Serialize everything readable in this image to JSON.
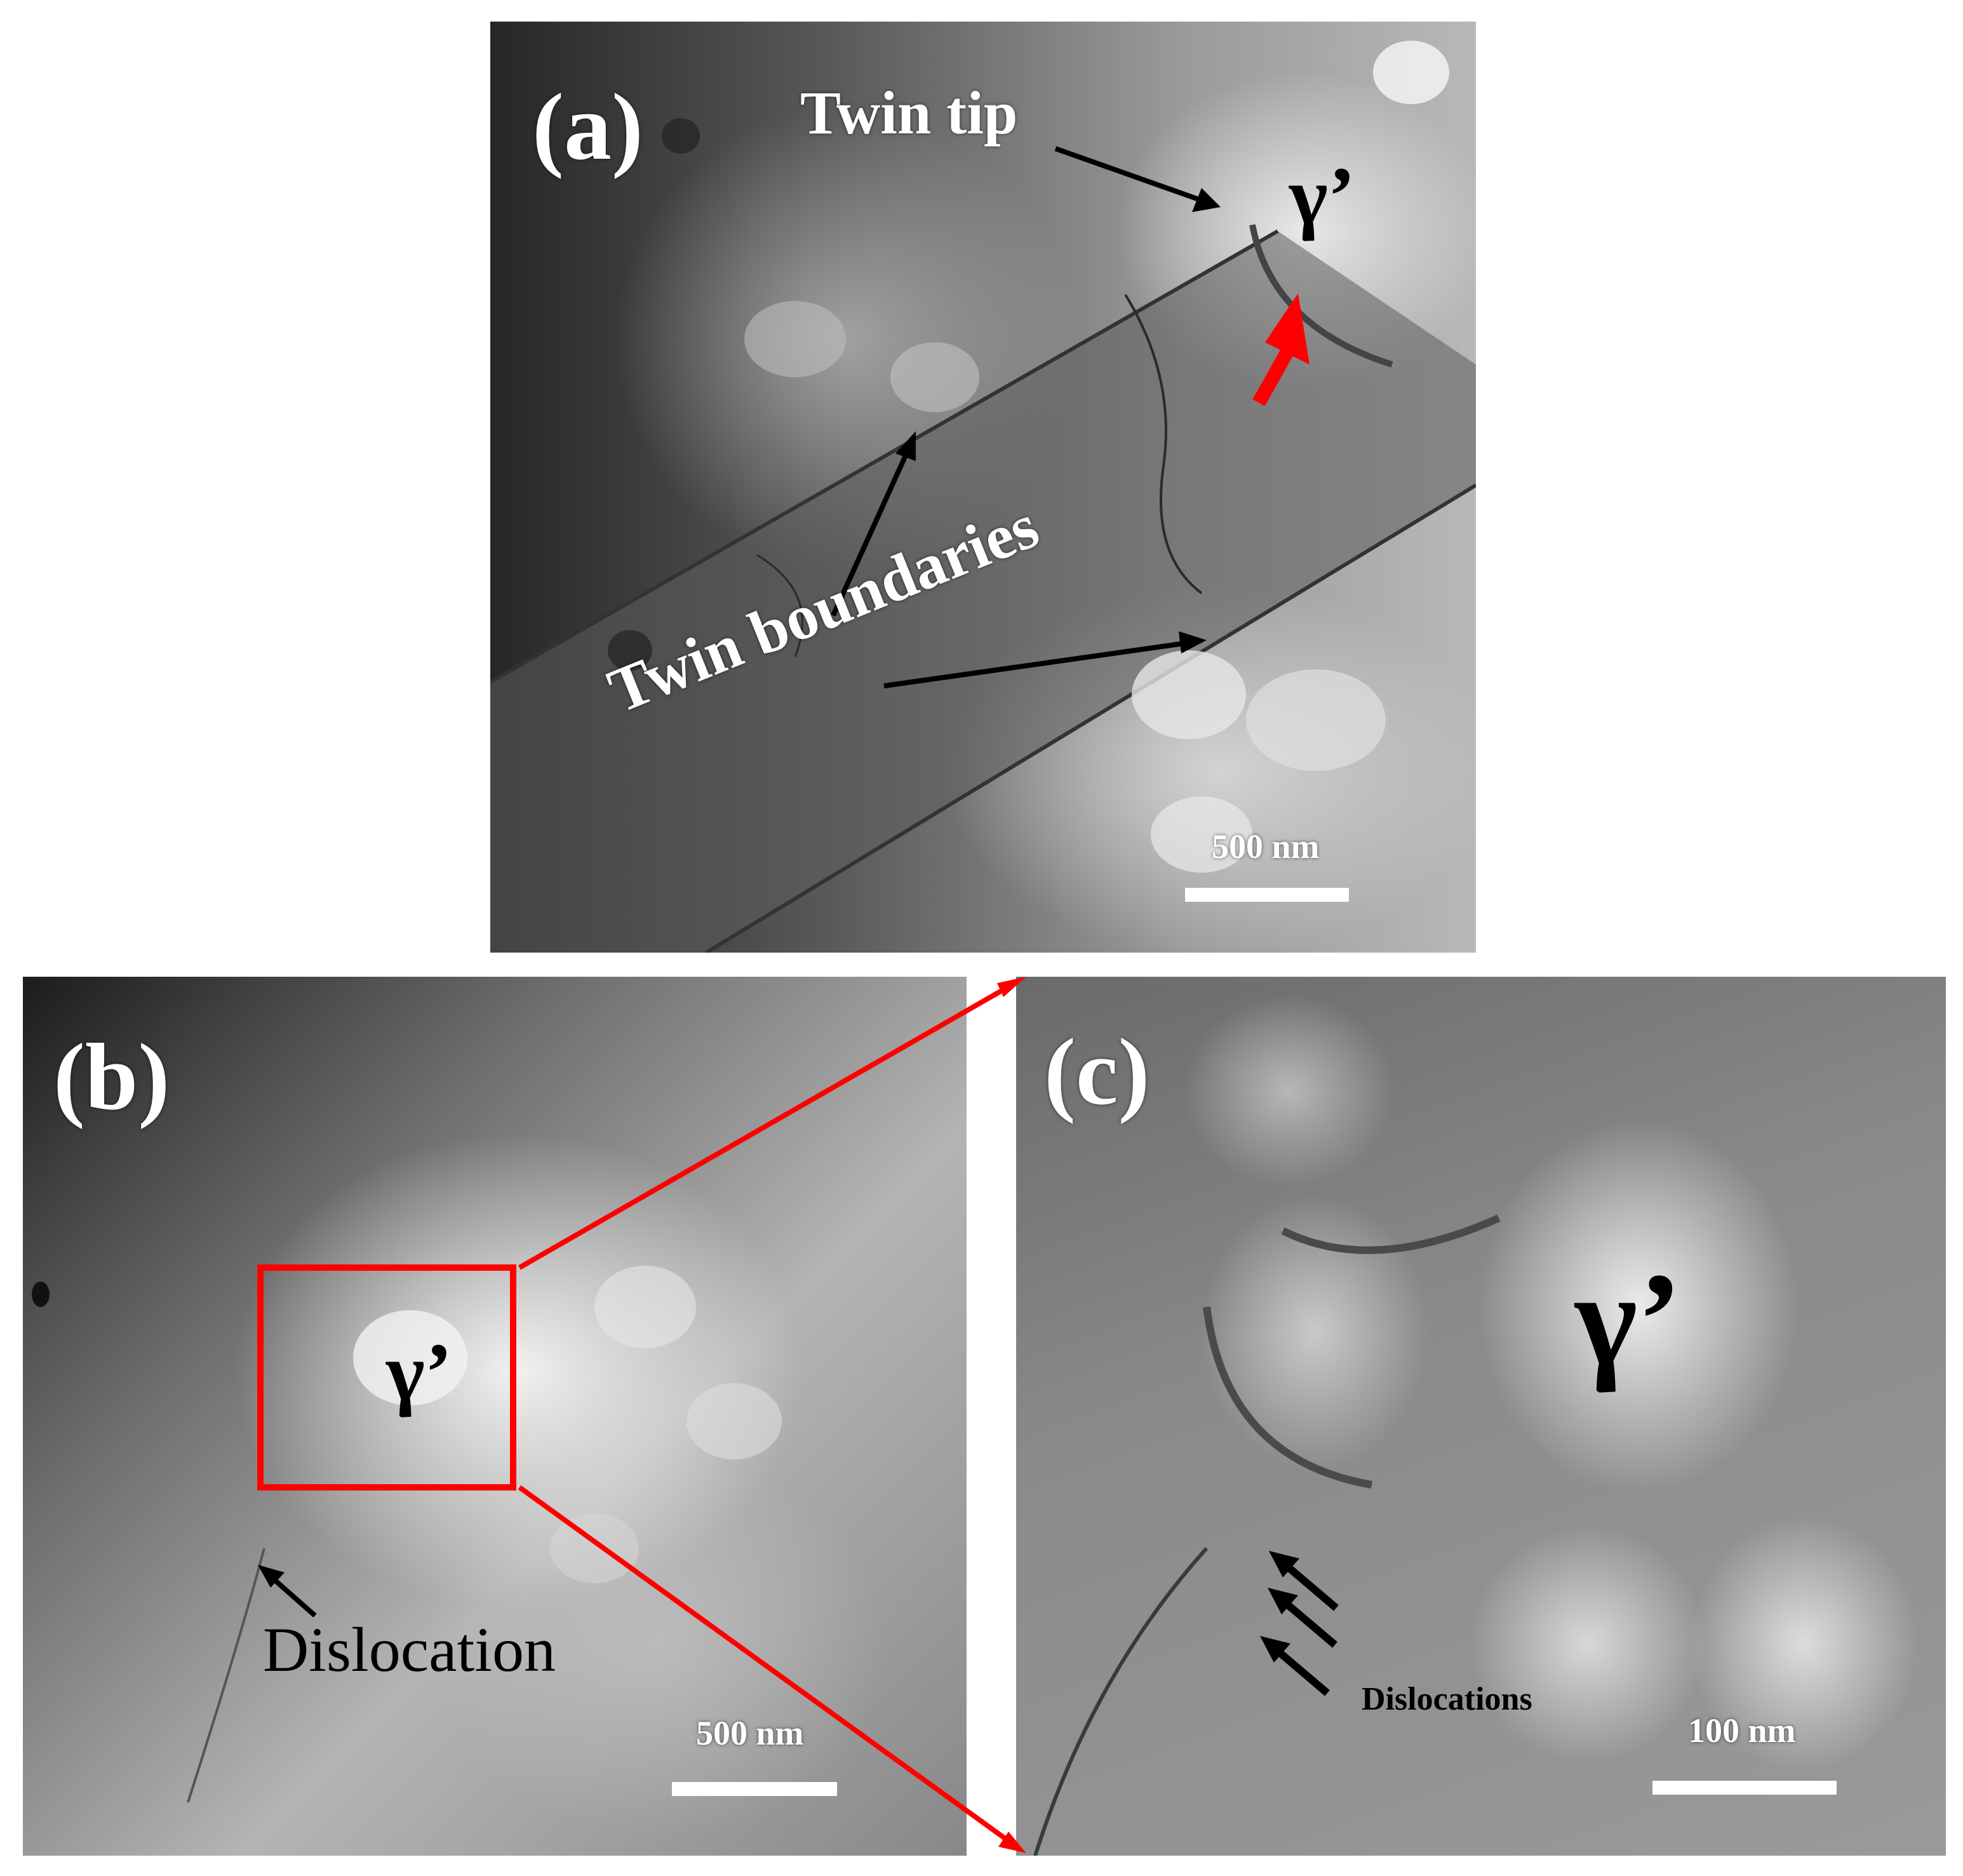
{
  "panels": {
    "a": {
      "label": "(a)",
      "annotations": {
        "twin_tip": "Twin tip",
        "gamma_prime": "γ’",
        "twin_boundaries": "Twin boundaries"
      },
      "scale_bar": "500 nm"
    },
    "b": {
      "label": "(b)",
      "annotations": {
        "gamma_prime": "γ’",
        "dislocation": "Dislocation"
      },
      "scale_bar": "500 nm"
    },
    "c": {
      "label": "(c)",
      "annotations": {
        "gamma_prime": "γ’",
        "dislocations": "Dislocations"
      },
      "scale_bar": "100 nm"
    }
  },
  "colors": {
    "highlight_red": "#ff0000",
    "arrow_black": "#000000",
    "label_white": "#ffffff"
  }
}
